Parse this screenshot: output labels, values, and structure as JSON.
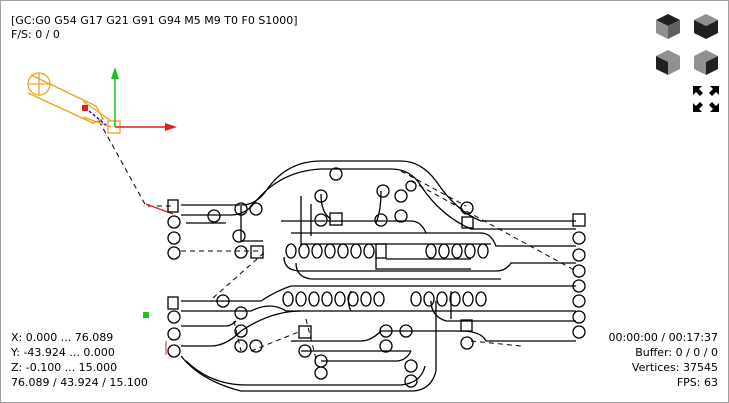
{
  "status": {
    "gcode_state": "[GC:G0 G54 G17 G21 G91 G94 M5 M9 T0 F0 S1000]",
    "feed_speed": "F/S: 0 / 0"
  },
  "bounds": {
    "x": "X: 0.000 ... 76.089",
    "y": "Y: -43.924 ... 0.000",
    "z": "Z: -0.100 ... 15.000",
    "size": "76.089 / 43.924 / 15.100"
  },
  "stats": {
    "time": "00:00:00 / 00:17:37",
    "buffer": "Buffer: 0 / 0 / 0",
    "vertices": "Vertices: 37545",
    "fps": "FPS: 63"
  },
  "view_buttons": [
    "top-view",
    "front-view",
    "left-view",
    "isometric-view",
    "fit-view"
  ],
  "colors": {
    "tool": "#f0a020",
    "x_axis": "#e02020",
    "y_axis": "#20c020",
    "toolpath": "#000000",
    "view_button": "#202020",
    "view_button_dim": "#909090"
  }
}
